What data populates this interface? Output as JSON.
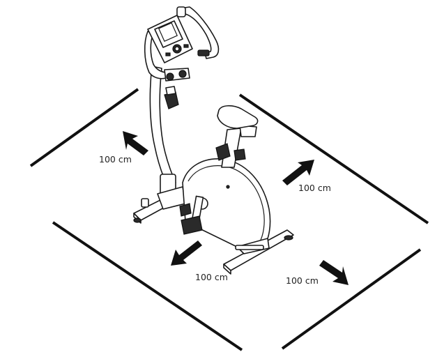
{
  "diagram": {
    "clearance_labels": {
      "back_left": "100 cm",
      "back_right": "100 cm",
      "front_left": "100 cm",
      "front_right": "100 cm"
    },
    "colors": {
      "line": "#111111",
      "background": "#ffffff"
    },
    "icons": [
      "exercise-bike-illustration",
      "arrow-up-left-icon",
      "arrow-up-right-icon",
      "arrow-down-left-icon",
      "arrow-down-right-icon"
    ]
  }
}
